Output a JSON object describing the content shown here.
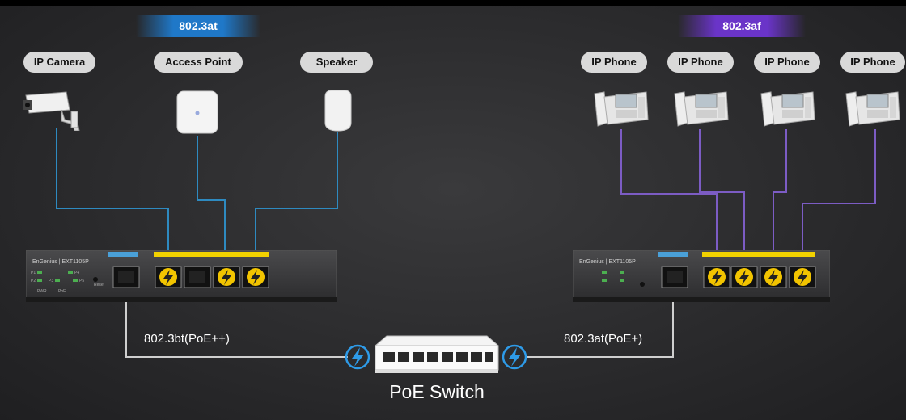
{
  "standards": {
    "left": "802.3at",
    "right": "802.3af"
  },
  "devices_left": [
    {
      "label": "IP Camera",
      "icon": "ip-camera-icon"
    },
    {
      "label": "Access Point",
      "icon": "access-point-icon"
    },
    {
      "label": "Speaker",
      "icon": "speaker-icon"
    }
  ],
  "devices_right": [
    {
      "label": "IP Phone",
      "icon": "ip-phone-icon"
    },
    {
      "label": "IP Phone",
      "icon": "ip-phone-icon"
    },
    {
      "label": "IP Phone",
      "icon": "ip-phone-icon"
    },
    {
      "label": "IP Phone",
      "icon": "ip-phone-icon"
    }
  ],
  "extenders": {
    "left": {
      "brand": "EnGenius",
      "model": "EXT1105P"
    },
    "right": {
      "brand": "EnGenius",
      "model": "EXT1105P"
    }
  },
  "uplinks": {
    "left": "802.3bt(PoE++)",
    "right": "802.3at(PoE+)"
  },
  "switch": {
    "label": "PoE Switch",
    "icon": "poe-switch-icon"
  },
  "colors": {
    "at_blue": "#1f78c8",
    "af_purple": "#6a34c8",
    "wire_blue": "#2e8ac0",
    "wire_purple": "#7c5cc4",
    "poe_yellow": "#f2c400"
  }
}
